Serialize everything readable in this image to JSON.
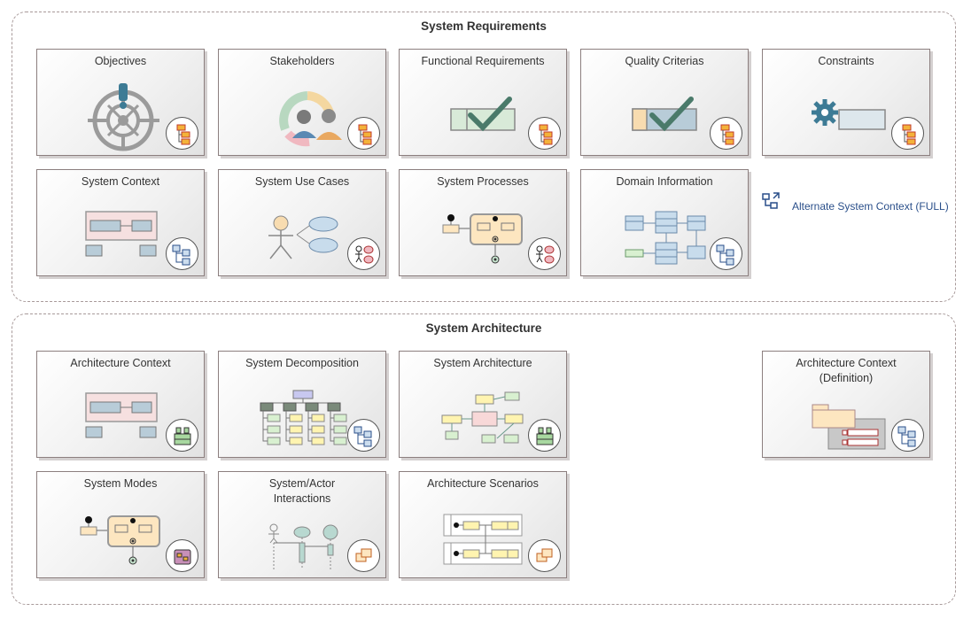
{
  "groups": [
    {
      "id": "req",
      "title": "System Requirements"
    },
    {
      "id": "arch",
      "title": "System Architecture"
    }
  ],
  "tiles": [
    {
      "label": "Objectives"
    },
    {
      "label": "Stakeholders"
    },
    {
      "label": "Functional Requirements"
    },
    {
      "label": "Quality Criterias"
    },
    {
      "label": "Constraints"
    },
    {
      "label": "System Context"
    },
    {
      "label": "System Use Cases"
    },
    {
      "label": "System Processes"
    },
    {
      "label": "Domain Information"
    },
    {
      "label": "Architecture Context"
    },
    {
      "label": "System Decomposition"
    },
    {
      "label": "System Architecture"
    },
    {
      "label": "Architecture Context\n(Definition)"
    },
    {
      "label": "System Modes"
    },
    {
      "label": "System/Actor\nInteractions"
    },
    {
      "label": "Architecture Scenarios"
    }
  ],
  "link": {
    "label": "Alternate System Context (FULL)",
    "icon": "diagram-link-icon"
  },
  "colors": {
    "link": "#2a4f8a",
    "border": "#8c7f7f",
    "dashed": "#a89a9a",
    "check": "#4a7a6a",
    "gear": "#3d7b95"
  }
}
